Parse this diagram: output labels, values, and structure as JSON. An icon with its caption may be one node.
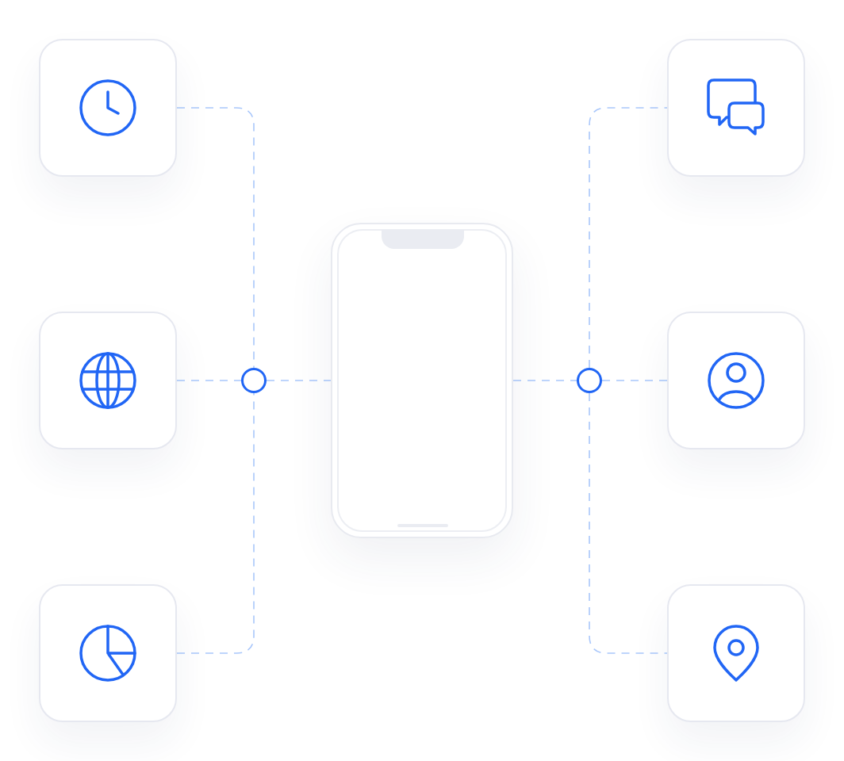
{
  "diagram": {
    "nodes": [
      {
        "text": [],
        "shape": "box"
      },
      {
        "text": [],
        "shape": "box"
      },
      {
        "text": [],
        "shape": "box"
      },
      {
        "text": [],
        "shape": "circle"
      },
      {
        "text": [],
        "shape": "picture"
      },
      {
        "text": [],
        "shape": "circle"
      },
      {
        "text": [],
        "shape": "box"
      },
      {
        "text": [],
        "shape": "box"
      },
      {
        "text": [],
        "shape": "box"
      }
    ],
    "edges": [
      {
        "from": 0,
        "to": 3,
        "arrow": "none",
        "style": "dashed"
      },
      {
        "from": 2,
        "to": 3,
        "arrow": "none",
        "style": "dashed"
      },
      {
        "from": 7,
        "to": 3,
        "arrow": "none",
        "style": "dashed"
      },
      {
        "from": 3,
        "to": 4,
        "arrow": "none",
        "style": "dashed"
      },
      {
        "from": 4,
        "to": 5,
        "arrow": "none",
        "style": "dashed"
      },
      {
        "from": 5,
        "to": 1,
        "arrow": "none",
        "style": "dashed"
      },
      {
        "from": 5,
        "to": 6,
        "arrow": "none",
        "style": "dashed"
      },
      {
        "from": 5,
        "to": 8,
        "arrow": "none",
        "style": "dashed"
      }
    ]
  }
}
